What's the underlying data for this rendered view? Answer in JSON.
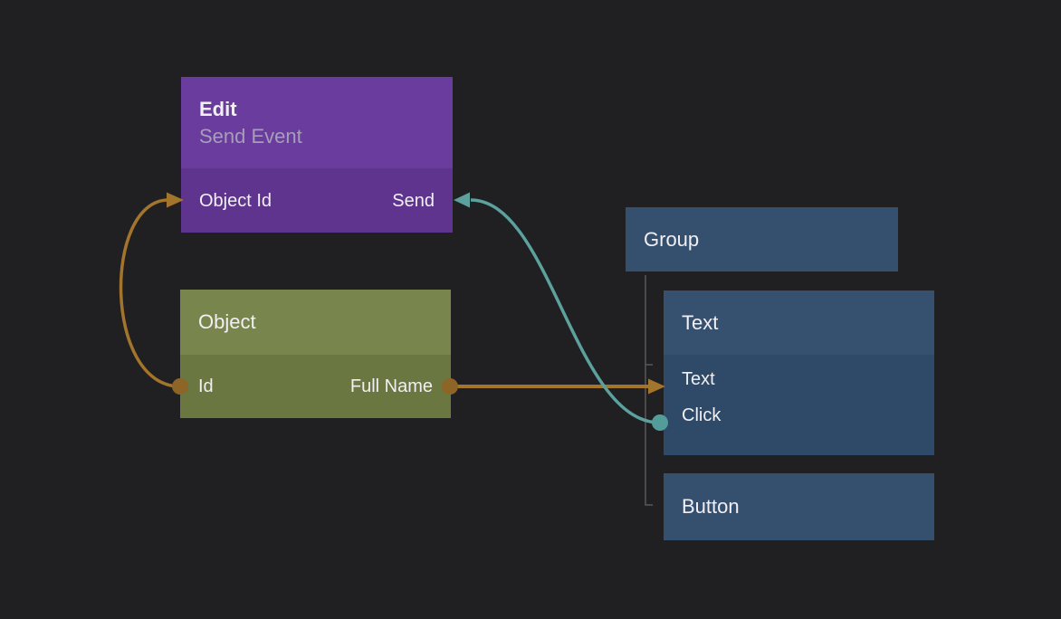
{
  "canvas": {
    "background": "#202022"
  },
  "colors": {
    "edit_header": "#693c9d",
    "edit_body": "#5f348f",
    "object_header": "#78854d",
    "object_body": "#6b7741",
    "group_header": "#35506e",
    "text_header": "#36506f",
    "text_body": "#2e4a68",
    "button_header": "#35506e",
    "link_orange": "#a3752c",
    "link_orange_dot": "#8d6526",
    "link_teal": "#5ca19e",
    "link_teal_dot": "#549c99",
    "tree_line": "#58585c",
    "title_text": "#f1eff3",
    "subtitle_text": "#a69eba",
    "port_text": "#f1eff3"
  },
  "nodes": {
    "edit": {
      "title": "Edit",
      "subtitle": "Send Event",
      "port_in": "Object Id",
      "port_out": "Send"
    },
    "object": {
      "title": "Object",
      "port_in": "Id",
      "port_out": "Full Name"
    },
    "group": {
      "title": "Group"
    },
    "text": {
      "title": "Text",
      "port_in_1": "Text",
      "port_in_2": "Click"
    },
    "button": {
      "title": "Button"
    }
  },
  "connections": [
    {
      "from": "Object.Id",
      "to": "Edit.Object Id",
      "color": "#a3752c"
    },
    {
      "from": "Object.Full Name",
      "to": "Text.Text",
      "color": "#a3752c"
    },
    {
      "from": "Text.Click",
      "to": "Edit.Send",
      "color": "#5ca19e"
    }
  ]
}
